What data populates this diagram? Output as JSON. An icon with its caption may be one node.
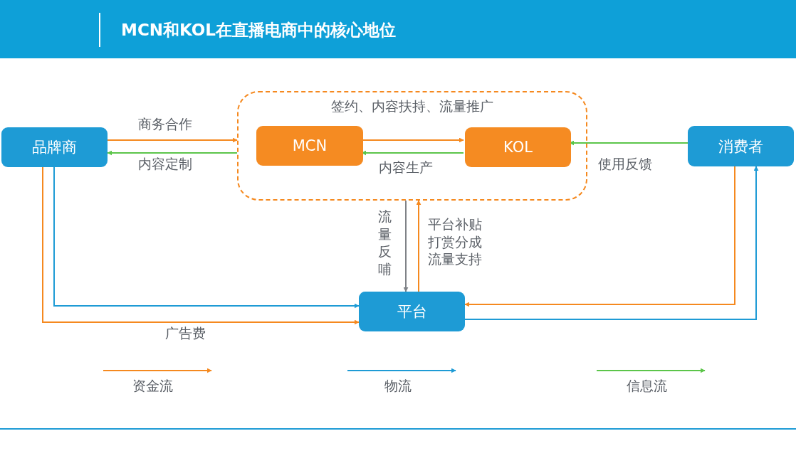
{
  "diagram": {
    "title": "MCN和KOL在直播电商中的核心地位",
    "nodes": [
      {
        "text": [
          "品牌商"
        ]
      },
      {
        "text": [
          "签约、内容扶持、流量推广"
        ]
      },
      {
        "text": [
          "MCN"
        ],
        "in": 1
      },
      {
        "text": [
          "KOL"
        ],
        "in": 1
      },
      {
        "text": [
          "消费者"
        ]
      },
      {
        "text": [
          "平台"
        ]
      }
    ],
    "edges": [
      {
        "from": 0,
        "to": 1,
        "arrow": "to",
        "label": "商务合作"
      },
      {
        "from": 1,
        "to": 0,
        "arrow": "to",
        "label": "内容定制",
        "color": "#5cc54a"
      },
      {
        "from": 2,
        "to": 3,
        "arrow": "to"
      },
      {
        "from": 3,
        "to": 2,
        "arrow": "to",
        "label": "内容生产",
        "color": "#5cc54a"
      },
      {
        "from": 4,
        "to": 3,
        "arrow": "to",
        "label": "使用反馈",
        "color": "#5cc54a"
      },
      {
        "from": 1,
        "to": 5,
        "arrow": "to",
        "label": "流量反哺",
        "color": "#7f8287"
      },
      {
        "from": 5,
        "to": 1,
        "arrow": "to",
        "label": "平台补贴打赏分成流量支持"
      },
      {
        "from": 0,
        "to": 5,
        "arrow": "to",
        "color": "#1e9bd5"
      },
      {
        "from": 0,
        "to": 5,
        "arrow": "to",
        "label": "广告费"
      },
      {
        "from": 4,
        "to": 5,
        "arrow": "to"
      },
      {
        "from": 5,
        "to": 4,
        "arrow": "to",
        "color": "#1e9bd5"
      }
    ],
    "legend": [
      {
        "text": "资金流"
      },
      {
        "text": "物流"
      },
      {
        "text": "信息流"
      }
    ]
  }
}
